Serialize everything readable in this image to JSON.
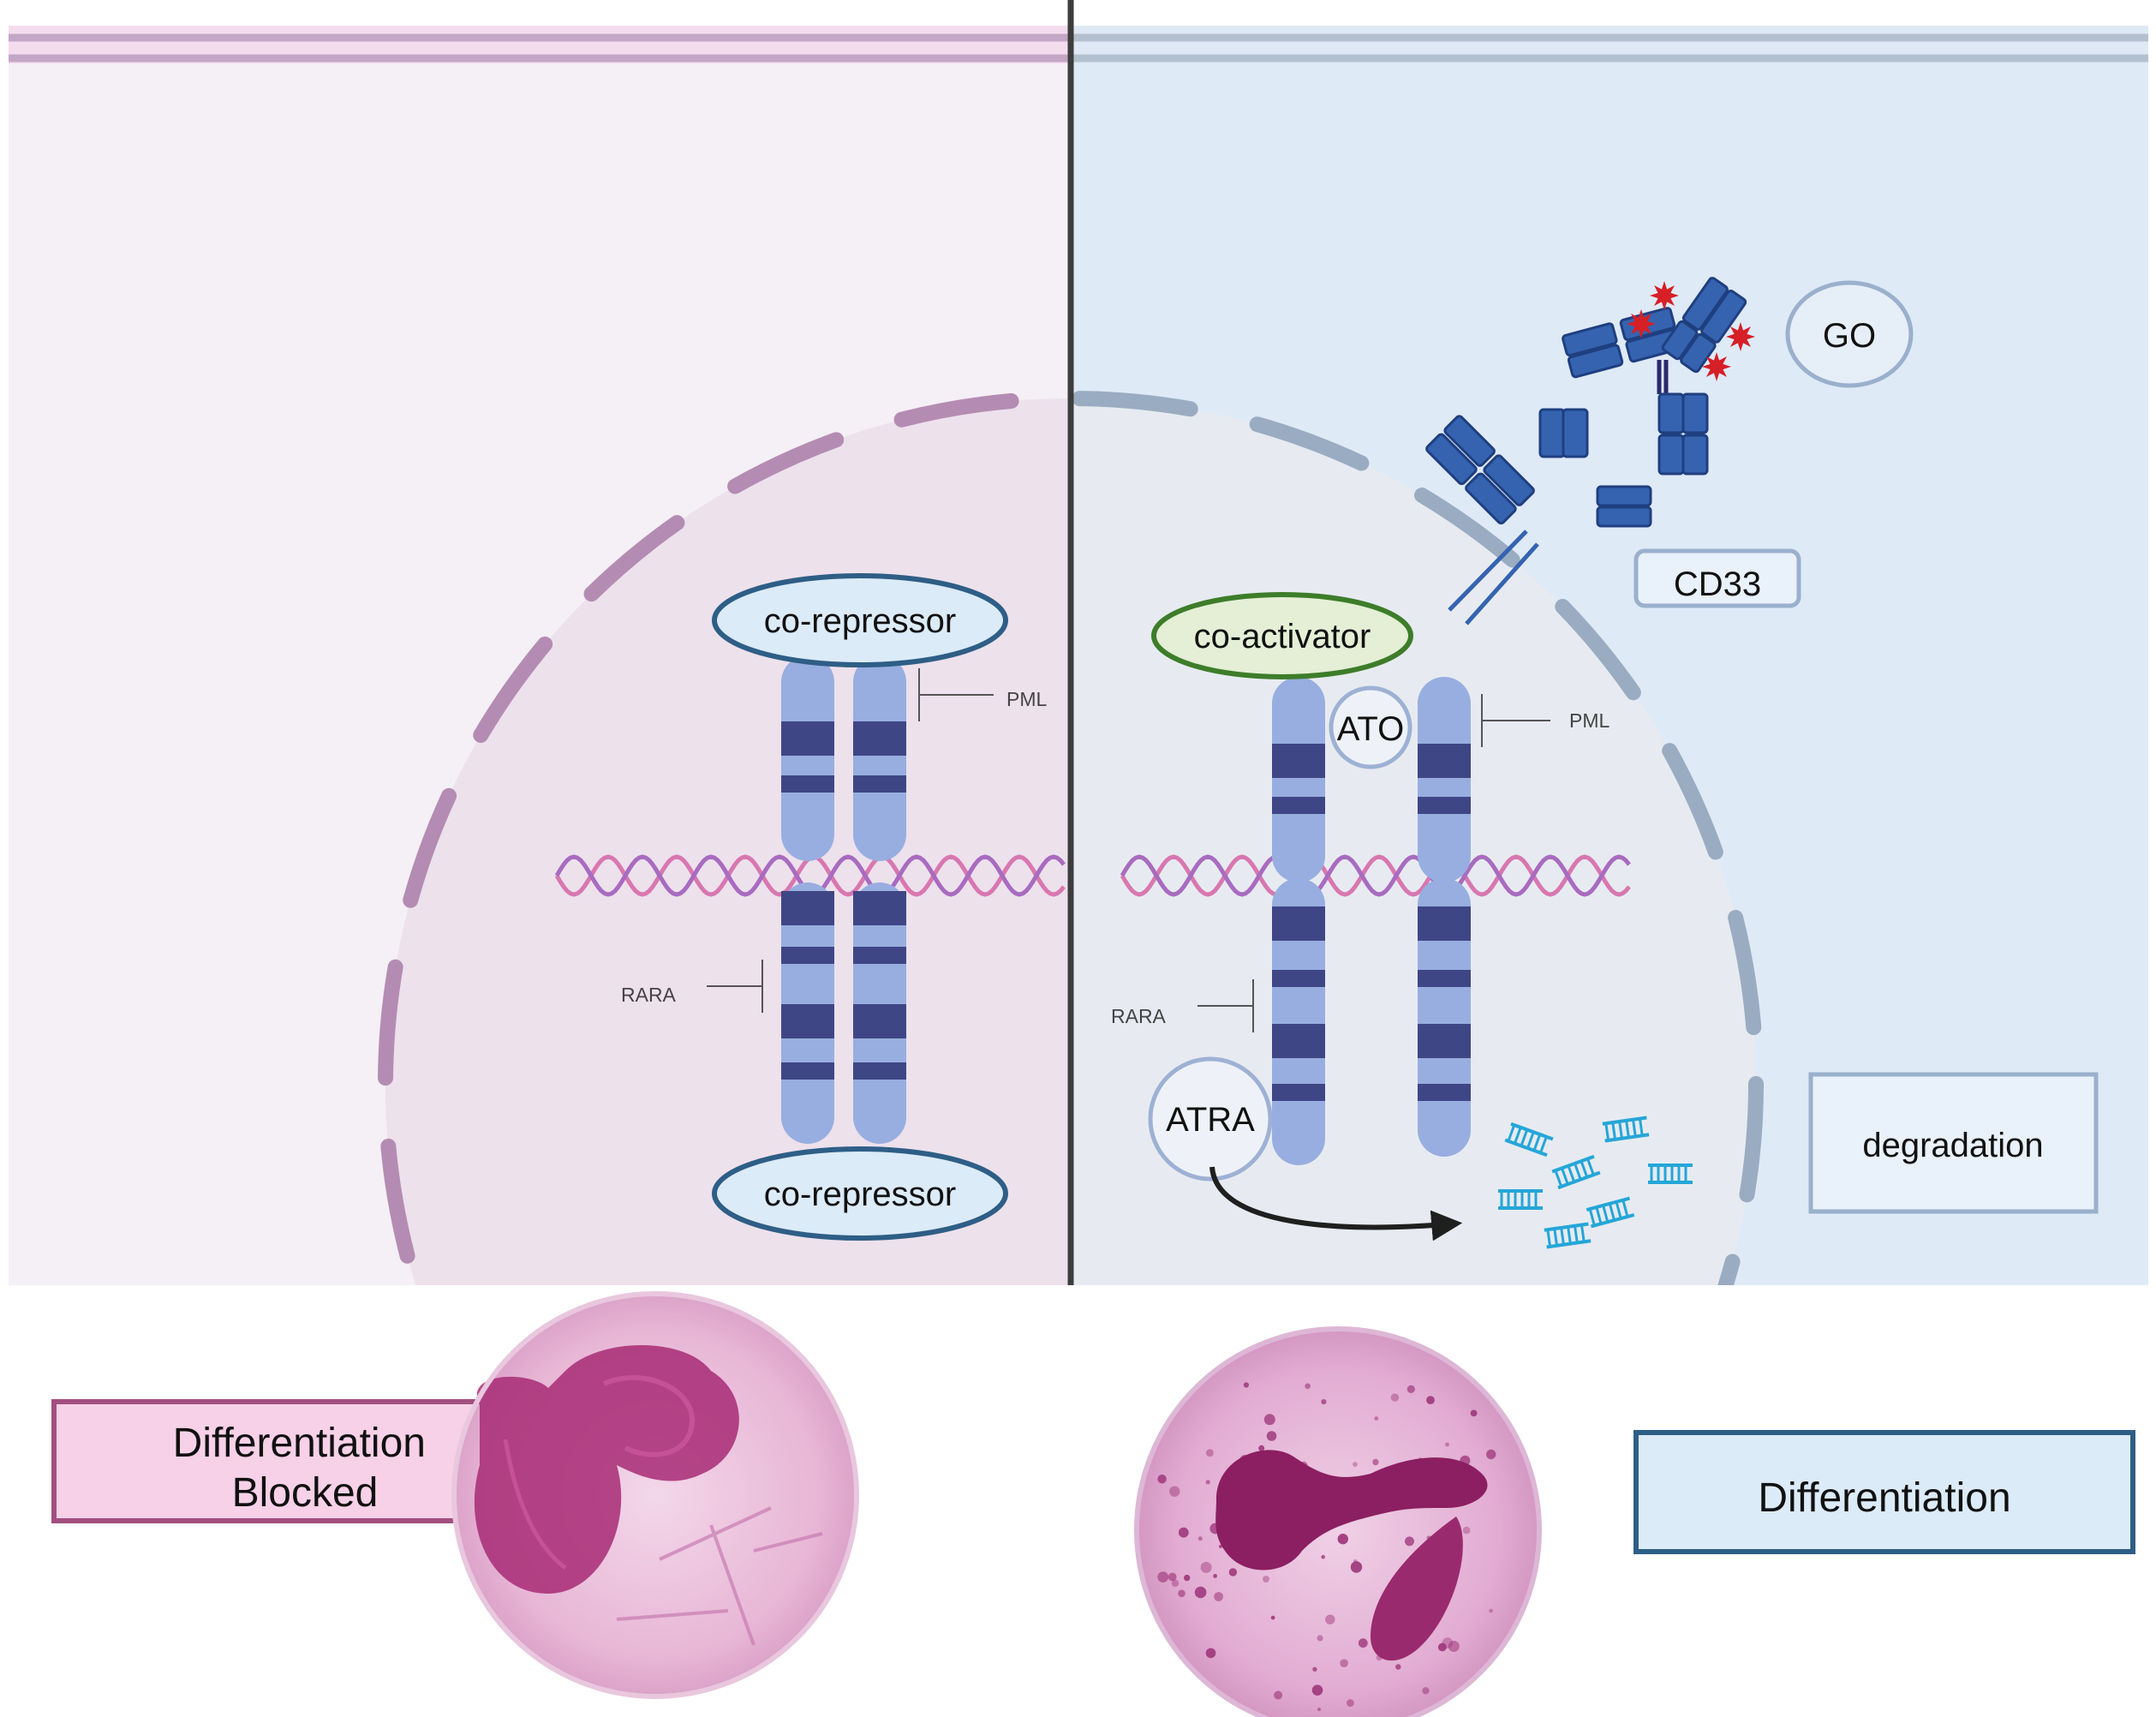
{
  "left_panel": {
    "top_label": "co-repressor",
    "bottom_label": "co-repressor",
    "gene_label_top": "PML",
    "gene_label_bottom": "RARA",
    "status_label": "Differentiation\nBlocked",
    "status_line1": "Differentiation",
    "status_line2": "Blocked"
  },
  "right_panel": {
    "top_label": "co-activator",
    "drug_ato": "ATO",
    "drug_atra": "ATRA",
    "drug_go": "GO",
    "receptor_label": "CD33",
    "gene_label_top": "PML",
    "gene_label_bottom": "RARA",
    "degradation_label": "degradation",
    "status_label": "Differentiation"
  },
  "colors": {
    "left_bg": "#f5eff6",
    "left_nucleus": "#ede1ec",
    "left_membrane": "#b48cb3",
    "right_bg": "#dfeaf7",
    "right_nucleus": "#e7ebf1",
    "right_membrane": "#9aacc1",
    "chromosome": "#98aee0",
    "band": "#3f4685",
    "divider": "#3d3d3d",
    "antibody": "#3563b0",
    "payload": "#d61f26",
    "fragment": "#25a6d8",
    "blocked_box_fill": "#f7d1e7",
    "blocked_box_stroke": "#a24f7f",
    "diff_box_fill": "#dcebf8",
    "diff_box_stroke": "#2e5e86"
  }
}
